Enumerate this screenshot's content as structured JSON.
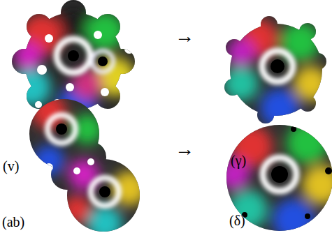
{
  "diagram": {
    "labels": [
      "(v)",
      "→",
      "(γ)",
      "(ab)",
      "→",
      "(δ)"
    ]
  }
}
